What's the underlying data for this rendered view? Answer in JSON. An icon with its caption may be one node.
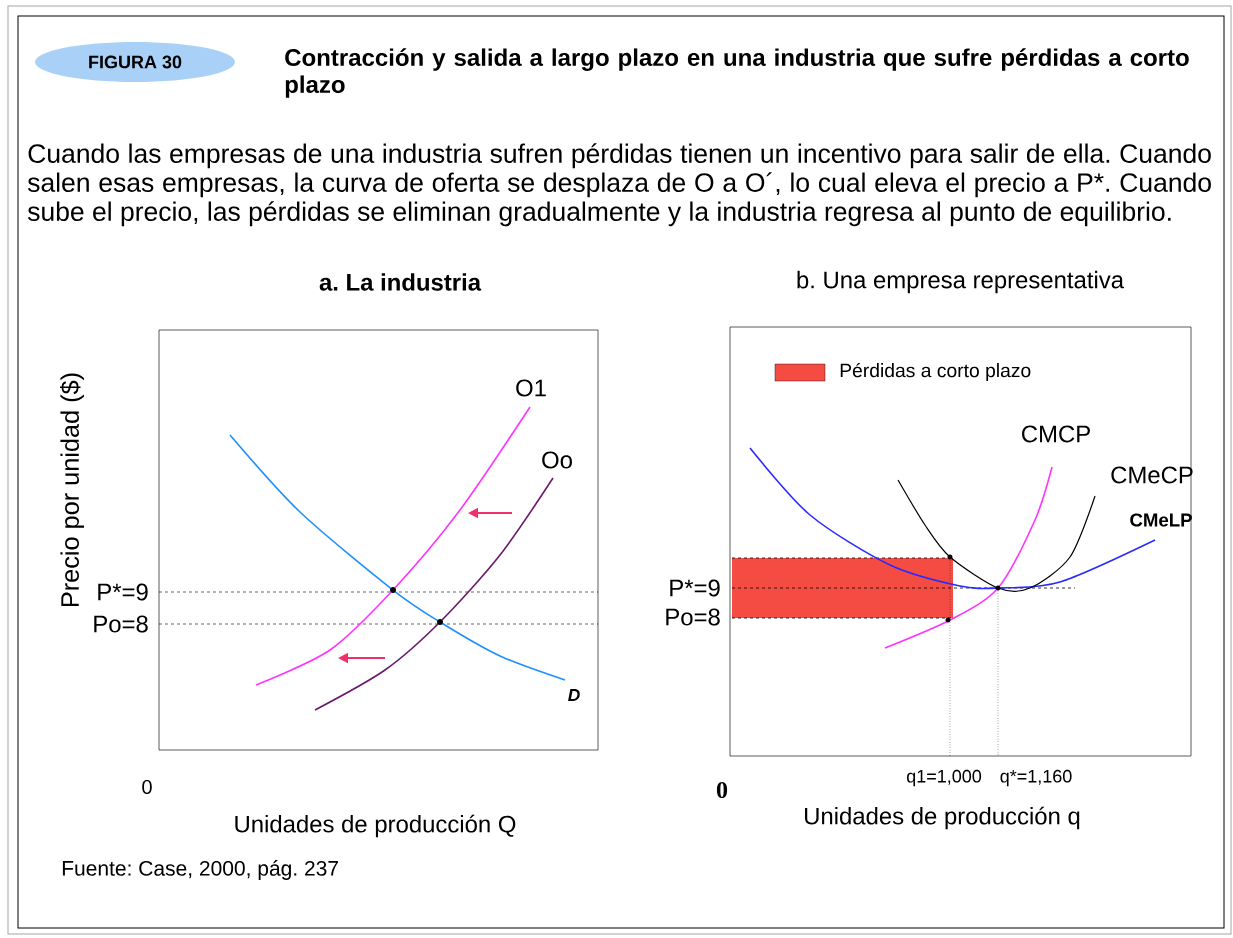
{
  "diagram": {
    "title": "Contracción y salida a largo plazo en una industria que sufre pérdidas a corto plazo",
    "caption": "Fuente: Case, 2000, pág. 237",
    "nodes": [
      {
        "text": [
          "FIGURA 30"
        ]
      }
    ],
    "edges": [],
    "labels": [
      "Cuando las empresas de una industria sufren pérdidas tienen un incentivo para salir de ella. Cuando salen esas empresas, la curva de oferta se desplaza de O a O´, lo cual eleva el precio a P*. Cuando sube el precio, las pérdidas se eliminan gradualmente y la industria regresa al punto de equilibrio.",
      "a. La industria",
      "b. Una empresa representativa",
      "O1",
      "Oo",
      "CMCP",
      "CMeCP",
      "CMeLP",
      "Precio por unidad ($)",
      "P*=9",
      "P*=9",
      "Po=8",
      "Po=8",
      "D",
      "0",
      "0",
      "q1=1,000",
      "q*=1,160",
      "Unidades de producción Q",
      "Unidades de producción q"
    ],
    "legend": [
      {
        "text": "Pérdidas a corto plazo",
        "color": "#f44c43"
      }
    ]
  }
}
